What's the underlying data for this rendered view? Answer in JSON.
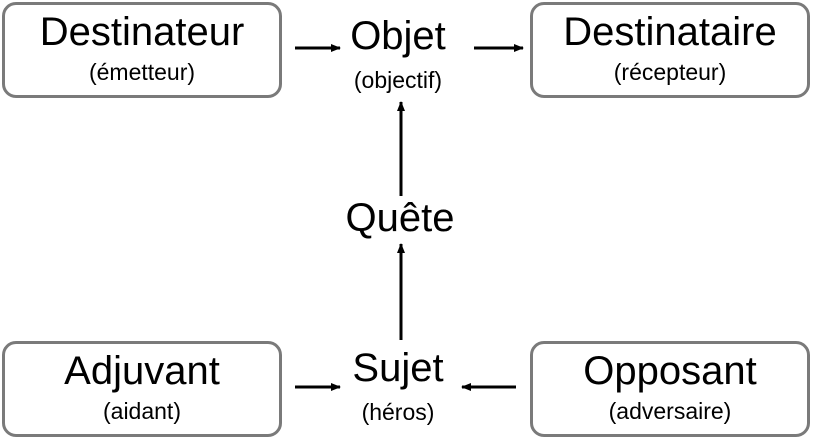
{
  "diagram": {
    "destinateur": {
      "label": "Destinateur",
      "sublabel": "(émetteur)"
    },
    "objet": {
      "label": "Objet",
      "sublabel": "(objectif)"
    },
    "destinataire": {
      "label": "Destinataire",
      "sublabel": "(récepteur)"
    },
    "quete": {
      "label": "Quête"
    },
    "adjuvant": {
      "label": "Adjuvant",
      "sublabel": "(aidant)"
    },
    "sujet": {
      "label": "Sujet",
      "sublabel": "(héros)"
    },
    "opposant": {
      "label": "Opposant",
      "sublabel": "(adversaire)"
    }
  },
  "colors": {
    "box_border": "#7a7a7a",
    "text": "#000000",
    "arrow": "#000000"
  }
}
